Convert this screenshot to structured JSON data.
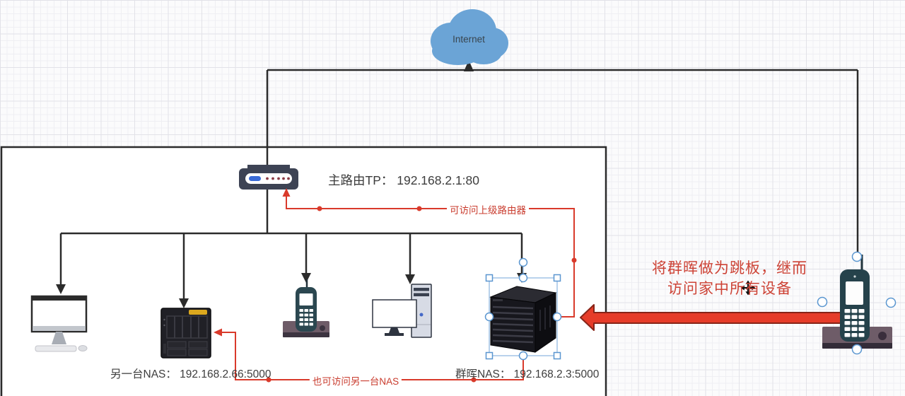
{
  "diagram": {
    "internet_label": "Internet",
    "router_label": "主路由TP： 192.168.2.1:80",
    "nas2_label": "另一台NAS： 192.168.2.66:5000",
    "synology_label": "群晖NAS： 192.168.2.3:5000",
    "note_line1": "将群晖做为跳板，继而",
    "note_line2": "访问家中所有设备",
    "edge_router_note": "可访问上级路由器",
    "edge_nas_note": "也可访问另一台NAS",
    "devices": [
      {
        "id": "internet-cloud",
        "label": "Internet"
      },
      {
        "id": "main-router",
        "label": "主路由TP： 192.168.2.1:80"
      },
      {
        "id": "imac-computer",
        "label": ""
      },
      {
        "id": "qnap-nas",
        "label": "另一台NAS： 192.168.2.66:5000"
      },
      {
        "id": "cordless-phone",
        "label": ""
      },
      {
        "id": "desktop-pc",
        "label": ""
      },
      {
        "id": "synology-nas",
        "label": "群晖NAS： 192.168.2.3:5000",
        "selected": true
      },
      {
        "id": "remote-phone",
        "label": ""
      }
    ],
    "colors": {
      "line_black": "#2b2b2b",
      "annotation_red": "#d93a2b",
      "jump_arrow_red": "#e63c29",
      "cloud_blue": "#6ba4d6",
      "selection_blue": "#5a96d0"
    }
  }
}
